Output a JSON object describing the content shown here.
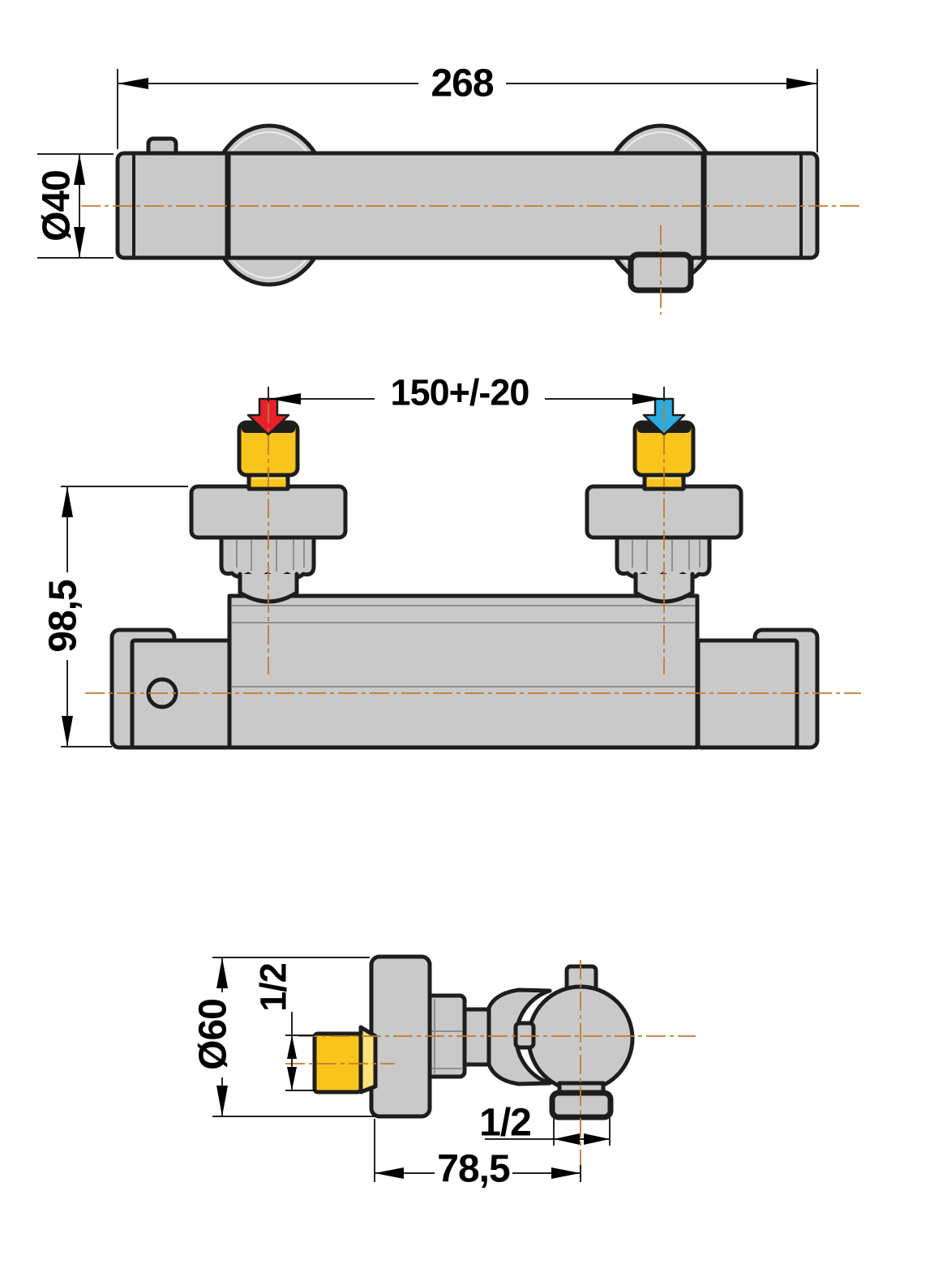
{
  "drawing": {
    "title": "thermostatic-shower-mixer-dimension-drawing",
    "colors": {
      "metal_gray": "#c9c9c9",
      "outline_black": "#1d1d1b",
      "centerline_orange": "#c07c2e",
      "inlet_yellow": "#f8c51c",
      "inlet_yellow_light": "#fbe27a",
      "hot_red": "#e8202a",
      "cold_blue": "#2babe2"
    },
    "views": {
      "top": {
        "dim_overall_width": "268",
        "dim_body_diameter": "Ø40"
      },
      "front": {
        "dim_inlet_spacing": "150+/-20",
        "dim_overall_height": "98,5",
        "hot_inlet_icon": "red-down-arrow",
        "cold_inlet_icon": "blue-down-arrow"
      },
      "side": {
        "dim_flange_diameter": "Ø60",
        "dim_inlet_thread": "1/2",
        "dim_outlet_thread": "1/2",
        "dim_wall_to_outlet": "78,5"
      }
    }
  }
}
